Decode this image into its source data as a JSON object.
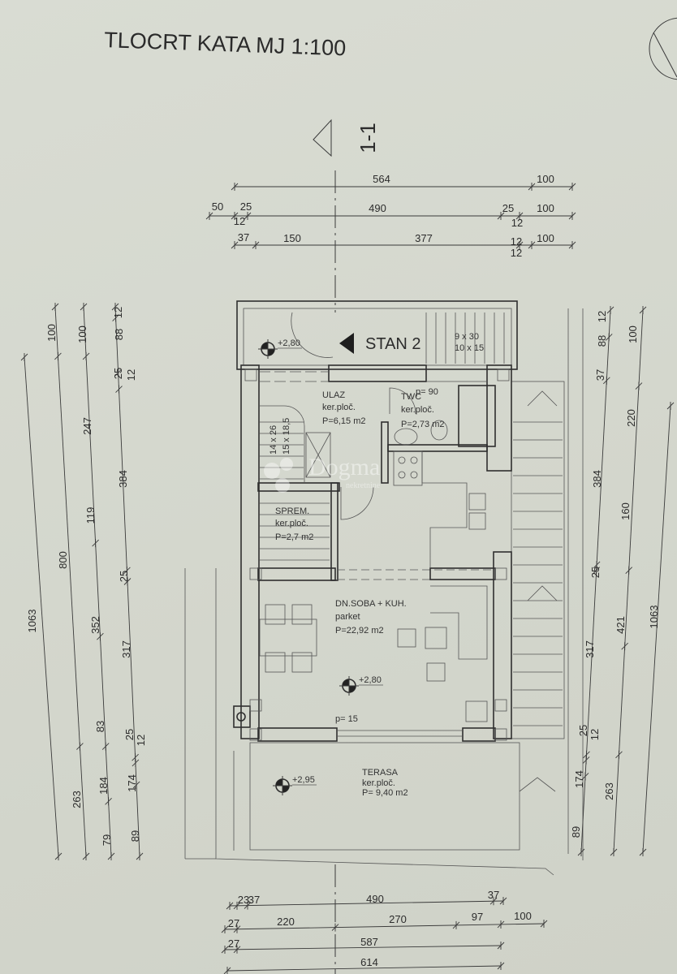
{
  "title": "TLOCRT KATA  MJ 1:100",
  "section_mark": "1-1",
  "apartment_label": "STAN 2",
  "stair_spec_top": [
    "9 x 30",
    "10 x 15"
  ],
  "stair_spec_inner": [
    "14 x 26",
    "15 x 18,5"
  ],
  "rooms": [
    {
      "name": "ULAZ",
      "floor": "ker.ploč.",
      "area": "P=6,15 m2"
    },
    {
      "name": "TWC",
      "floor": "ker.ploč.",
      "area": "P=2,73 m2"
    },
    {
      "name": "SPREM.",
      "floor": "ker.ploč.",
      "area": "P=2,7 m2"
    },
    {
      "name": "DN.SOBA + KUH.",
      "floor": "parket",
      "area": "P=22,92 m2"
    },
    {
      "name": "TERASA",
      "floor": "ker.ploč.",
      "area": "P= 9,40 m2"
    }
  ],
  "levels": [
    "+2,80",
    "+2,80",
    "+2,95"
  ],
  "openings": [
    "p= 90",
    "p= 15"
  ],
  "dimensions": {
    "top": [
      [
        "564",
        "100"
      ],
      [
        "50",
        "25",
        "12",
        "490",
        "25",
        "12",
        "100"
      ],
      [
        "37",
        "150",
        "377",
        "12",
        "12",
        "100"
      ]
    ],
    "left": [
      [
        "1063"
      ],
      [
        "100",
        "800",
        "263"
      ],
      [
        "100",
        "247",
        "119",
        "352",
        "83",
        "184",
        "79"
      ],
      [
        "12",
        "88",
        "25",
        "12",
        "384",
        "25",
        "317",
        "25",
        "12",
        "174",
        "89"
      ]
    ],
    "right": [
      [
        "12",
        "88",
        "37",
        "384",
        "25",
        "317",
        "25",
        "12",
        "174",
        "89"
      ],
      [
        "100",
        "220",
        "160",
        "421",
        "263"
      ],
      [
        "1063"
      ]
    ],
    "bottom": [
      [
        "23",
        "37",
        "490",
        "37"
      ],
      [
        "27",
        "220",
        "270",
        "97",
        "100"
      ],
      [
        "27",
        "587"
      ],
      [
        "614"
      ]
    ]
  },
  "watermark": {
    "brand": "Dogma",
    "sub": "nekretnine"
  }
}
